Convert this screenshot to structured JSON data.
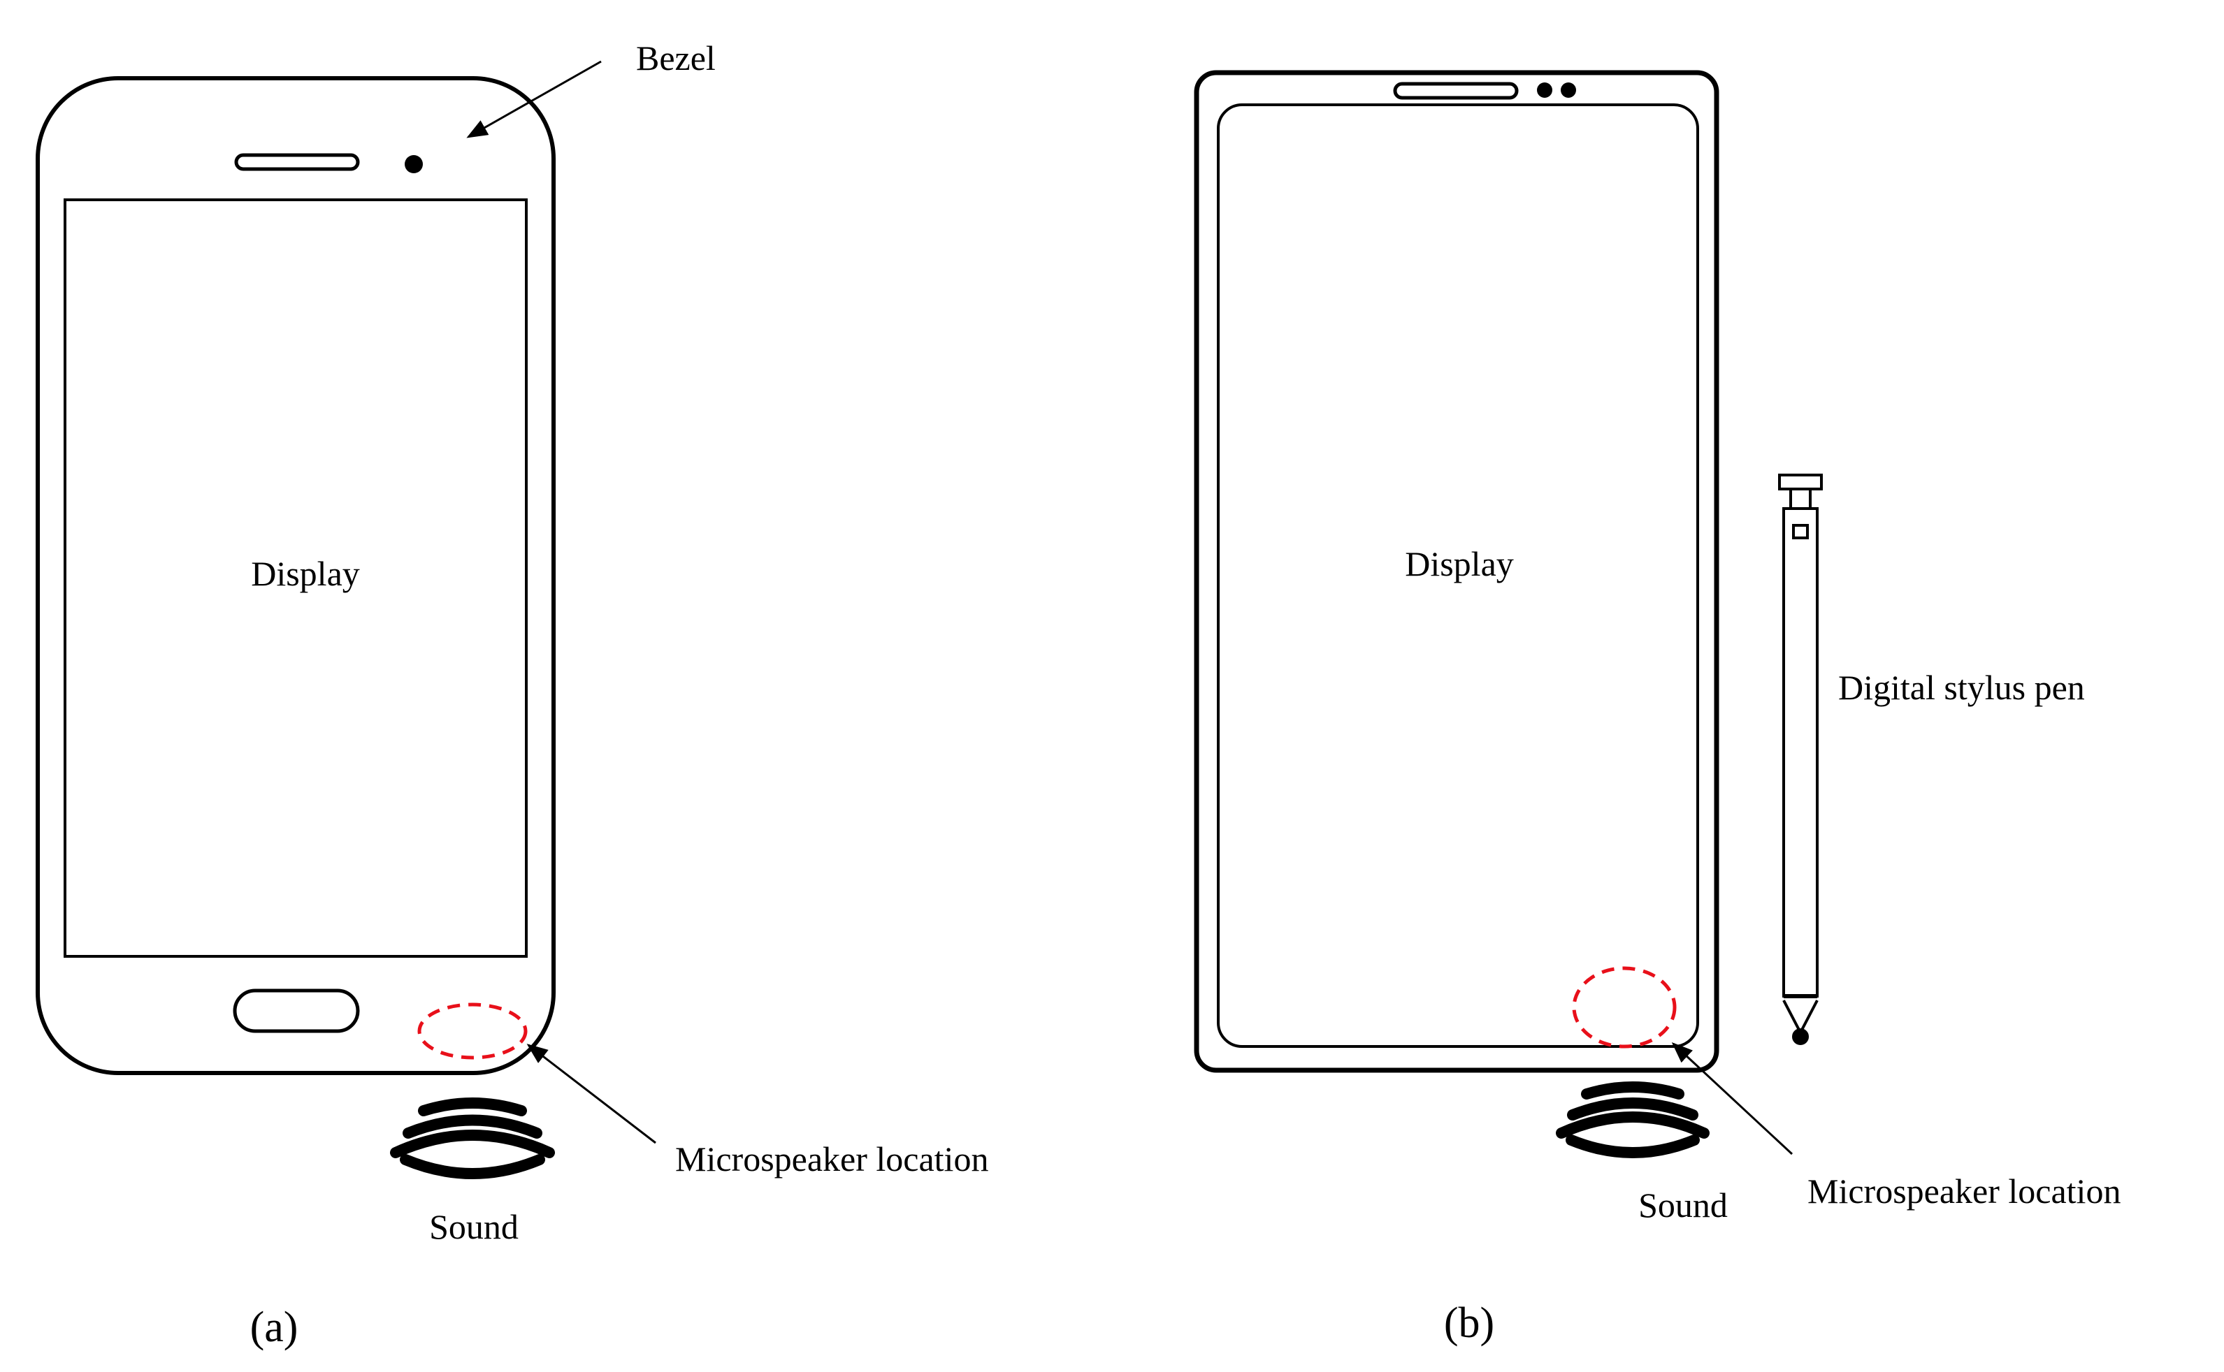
{
  "colors": {
    "outline": "#000000",
    "highlight": "#e8101a",
    "background": "#ffffff"
  },
  "panel_a": {
    "caption": "(a)",
    "bezel_label": "Bezel",
    "display_label": "Display",
    "microspeaker_label": "Microspeaker location",
    "sound_label": "Sound",
    "icons": [
      "sound-waves-icon",
      "microspeaker-highlight-icon"
    ]
  },
  "panel_b": {
    "caption": "(b)",
    "display_label": "Display",
    "stylus_label": "Digital stylus pen",
    "microspeaker_label": "Microspeaker location",
    "sound_label": "Sound",
    "icons": [
      "sound-waves-icon",
      "microspeaker-highlight-icon",
      "stylus-pen-icon"
    ]
  }
}
